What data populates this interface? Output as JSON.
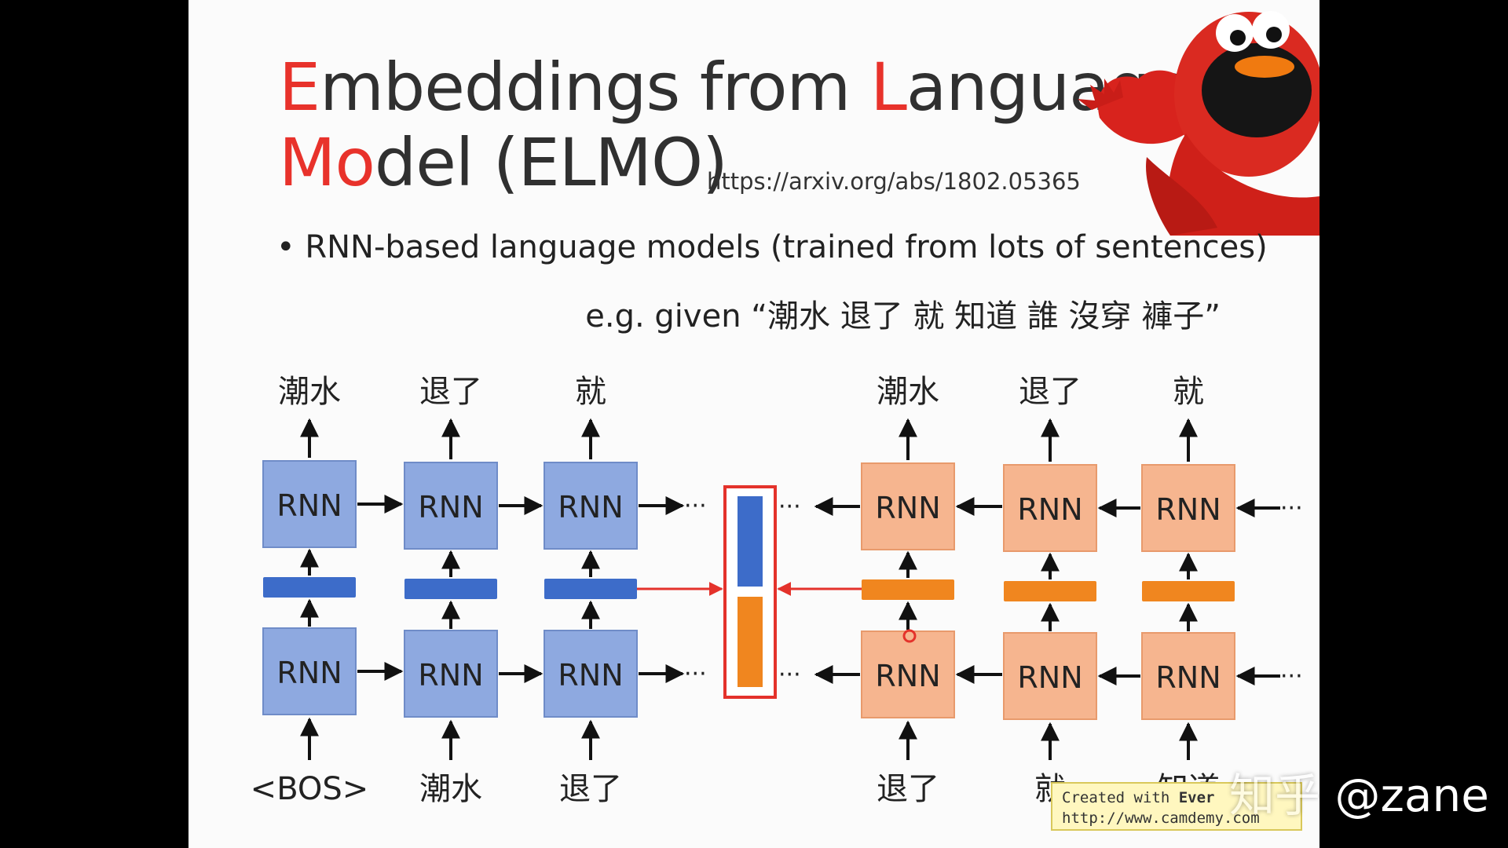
{
  "slide": {
    "title_line1": {
      "hl1": "E",
      "rest1": "mbeddings from ",
      "hl2": "L",
      "rest2": "anguage"
    },
    "title_line2": {
      "hl1": "Mo",
      "rest1": "del (ELMO)"
    },
    "url": "https://arxiv.org/abs/1802.05365",
    "bullet": "RNN-based language models (trained from lots of sentences)",
    "example": "e.g. given “潮水 退了 就 知道 誰 沒穿 褲子”"
  },
  "diagram": {
    "rnn_label": "RNN",
    "ellipsis": "···",
    "forward": {
      "outputs": [
        "潮水",
        "退了",
        "就"
      ],
      "inputs": [
        "<BOS>",
        "潮水",
        "退了"
      ]
    },
    "backward": {
      "outputs": [
        "潮水",
        "退了",
        "就"
      ],
      "inputs": [
        "退了",
        "就",
        "知道"
      ]
    },
    "colors": {
      "forward_fill": "#8ea9e0",
      "forward_stroke": "#6f8cc8",
      "forward_bar": "#3d6cc9",
      "backward_fill": "#f6b58f",
      "backward_stroke": "#e89a6c",
      "backward_bar": "#f0861f",
      "concat_border": "#e4322b",
      "link": "#e4322b"
    }
  },
  "overlay": {
    "camdemy_line1_prefix": "Created with ",
    "camdemy_line1_brand": "Ever",
    "camdemy_line2": "http://www.camdemy.com",
    "watermark_zhihu": "知乎",
    "watermark_user": "@zane"
  }
}
